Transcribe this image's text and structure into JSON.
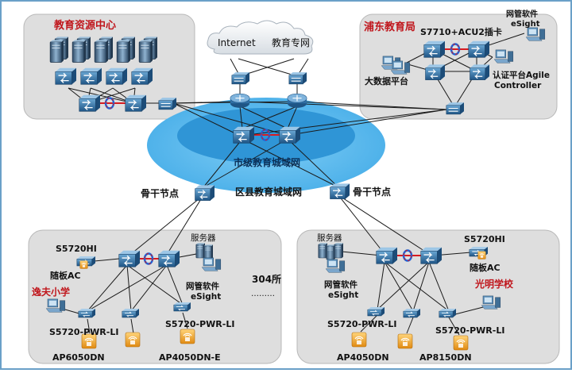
{
  "colors": {
    "frame": "#6aa0c8",
    "region_fill": "#dedede",
    "region_stroke": "#b8b8b8",
    "cloud_outer": "#5bb8ec",
    "cloud_inner": "#2f95d6",
    "red_label": "#c0161c",
    "black_label": "#111111",
    "switch_blue": "#3d7fb0",
    "link": "#1a1a1a",
    "ring": "#2062d6",
    "ring_red": "#d81b20",
    "ap_orange": "#f0a62c"
  },
  "labels": {
    "edu_resource_center": "教育资源中心",
    "pudong_bureau": "浦东教育局",
    "s7710": "S7710+ACU2插卡",
    "nms_esight_top": "网管软件",
    "esight_top": "eSight",
    "big_data": "大数据平台",
    "auth_platform_1": "认证平台Agile",
    "auth_platform_2": "Controller",
    "internet": "Internet",
    "edu_private_net": "教育专网",
    "city_edu_mn": "市级教育城域网",
    "district_edu_mn": "区县教育城域网",
    "backbone_left": "骨干节点",
    "backbone_right": "骨干节点",
    "s5720hi_left": "S5720HI",
    "ac_left": "随板AC",
    "server_left": "服务器",
    "nms_left_1": "网管软件",
    "nms_left_2": "eSight",
    "school_left": "逸夫小学",
    "pwr_left_1": "S5720-PWR-LI",
    "pwr_left_2": "S5720-PWR-LI",
    "ap_left_1": "AP6050DN",
    "ap_left_2": "AP4050DN-E",
    "schools_count": "304所",
    "ellipsis": "………",
    "server_right": "服务器",
    "s5720hi_right": "S5720HI",
    "ac_right": "随板AC",
    "nms_right_1": "网管软件",
    "nms_right_2": "eSight",
    "school_right": "光明学校",
    "pwr_right_1": "S5720-PWR-LI",
    "pwr_right_2": "S5720-PWR-LI",
    "ap_right_1": "AP4050DN",
    "ap_right_2": "AP8150DN"
  },
  "icons": {
    "server": "server-tower-icon",
    "core_switch": "core-switch-icon",
    "router": "router-icon",
    "firewall": "firewall-icon",
    "access_switch": "access-switch-icon",
    "ap": "wireless-ap-icon",
    "pc": "pc-icon",
    "cloud": "cloud-icon"
  }
}
